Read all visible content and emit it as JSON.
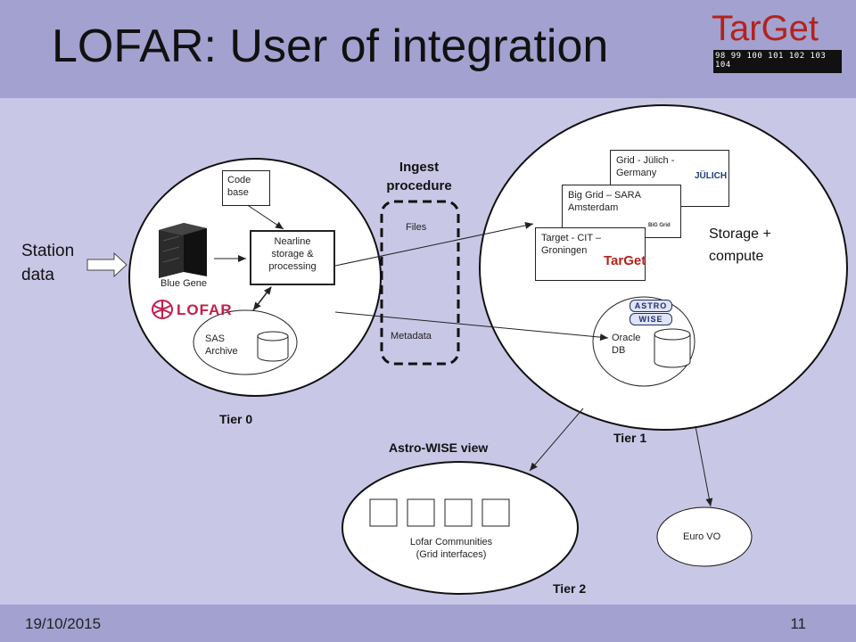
{
  "slide": {
    "title": "LOFAR: User of integration",
    "date": "19/10/2015",
    "page_number": "11"
  },
  "logo": {
    "text": "TarGet",
    "strip_numbers": "98 99 100 101 102 103 104"
  },
  "input": {
    "station_data": [
      "Station",
      "data"
    ]
  },
  "tier0": {
    "label": "Tier 0",
    "code_base": [
      "Code",
      "base"
    ],
    "blue_gene": "Blue Gene",
    "nearline": [
      "Nearline",
      "storage &",
      "processing"
    ],
    "lofar_logo": "LOFAR",
    "sas_archive": [
      "SAS",
      "Archive"
    ]
  },
  "ingest": {
    "title": [
      "Ingest",
      "procedure"
    ],
    "files": "Files",
    "metadata": "Metadata"
  },
  "tier1": {
    "label": "Tier 1",
    "grid_julich": [
      "Grid - Jülich -",
      "Germany"
    ],
    "julich_logo": "JÜLICH",
    "big_grid": [
      "Big Grid – SARA",
      "Amsterdam"
    ],
    "big_grid_logo": "BiG Grid",
    "target_cit": [
      "Target - CIT –",
      "Groningen"
    ],
    "target_logo": "TarGet",
    "storage_compute": [
      "Storage +",
      "compute"
    ],
    "astro_logo": [
      "ASTRO",
      "WISE"
    ],
    "oracle_db": [
      "Oracle",
      "DB"
    ]
  },
  "tier2": {
    "label": "Tier 2",
    "view_title": "Astro-WISE view",
    "communities": [
      "Lofar Communities",
      "(Grid interfaces)"
    ]
  },
  "euro_vo": "Euro VO"
}
